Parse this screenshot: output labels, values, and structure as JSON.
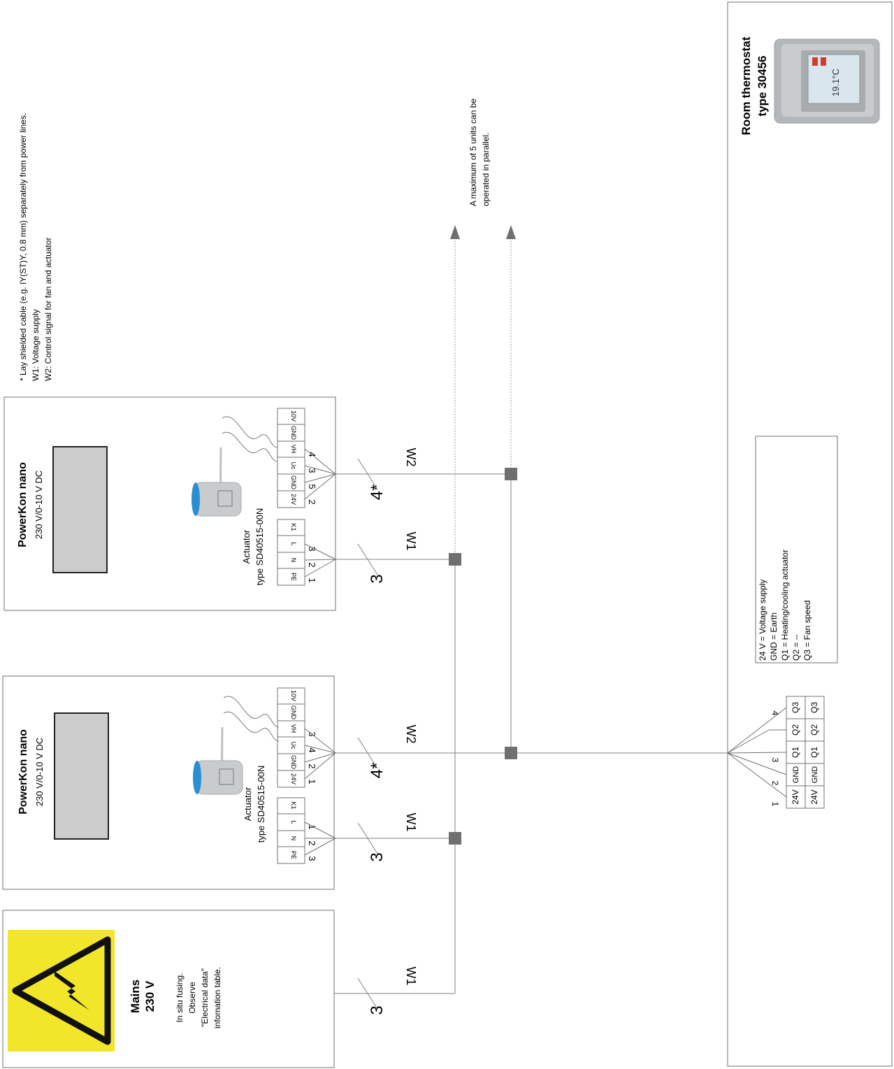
{
  "notes": {
    "line1": "* Lay shielded cable (e.g. IY(ST)Y, 0.8 mm) separately from power lines.",
    "line2": "W1: Voltage supply",
    "line3": "W2: Control signal for fan and actuator"
  },
  "parallel_note": {
    "line1": "A maximum of 5 units can be",
    "line2": "operated in parallel."
  },
  "thermostat": {
    "title_line1": "Room thermostat",
    "title_line2": "type 30456",
    "display_value": "19.1°C",
    "legend": [
      "24 V = Voltage supply",
      "GND = Earth",
      "Q1 = Heating/cooling actuator",
      "Q2 = --",
      "Q3 = Fan speed"
    ],
    "terminals": [
      "24V",
      "GND",
      "Q1",
      "Q2",
      "Q3"
    ],
    "wire_numbers": [
      "1",
      "2",
      "3",
      "4"
    ]
  },
  "units": [
    {
      "title": "PowerKon nano",
      "subtitle": "230 V/0-10 V DC",
      "actuator_line1": "Actuator",
      "actuator_line2": "type SD40515-00N",
      "power_terminals": [
        "PE",
        "N",
        "L",
        "K1"
      ],
      "power_numbers": [
        "1",
        "2",
        "3"
      ],
      "control_terminals": [
        "24V",
        "GND",
        "Uc",
        "VH",
        "GND",
        "10V"
      ],
      "control_numbers": [
        "2",
        "5",
        "3",
        "4"
      ],
      "w1": "W1",
      "w2": "W2",
      "w1_count": "3",
      "w2_count": "4*"
    },
    {
      "title": "PowerKon nano",
      "subtitle": "230 V/0-10 V DC",
      "actuator_line1": "Actuator",
      "actuator_line2": "type SD40515-00N",
      "power_terminals": [
        "PE",
        "N",
        "L",
        "K1"
      ],
      "power_numbers": [
        "3",
        "2",
        "1"
      ],
      "control_terminals": [
        "24V",
        "GND",
        "Uc",
        "VH",
        "GND",
        "10V"
      ],
      "control_numbers": [
        "1",
        "2",
        "4",
        "3"
      ],
      "w1": "W1",
      "w2": "W2",
      "w1_count": "3",
      "w2_count": "4*"
    }
  ],
  "mains": {
    "title_line1": "Mains",
    "title_line2": "230 V",
    "note": [
      "In situ fusing.",
      "Observe",
      "\"Electrical data\"",
      "infomation table."
    ],
    "w1": "W1",
    "w1_count": "3"
  },
  "colors": {
    "line": "#808080",
    "box_border": "#707070",
    "display_fill": "#cccccc",
    "warning_yellow": "#f2e62a",
    "junction": "#6f6f6f"
  }
}
